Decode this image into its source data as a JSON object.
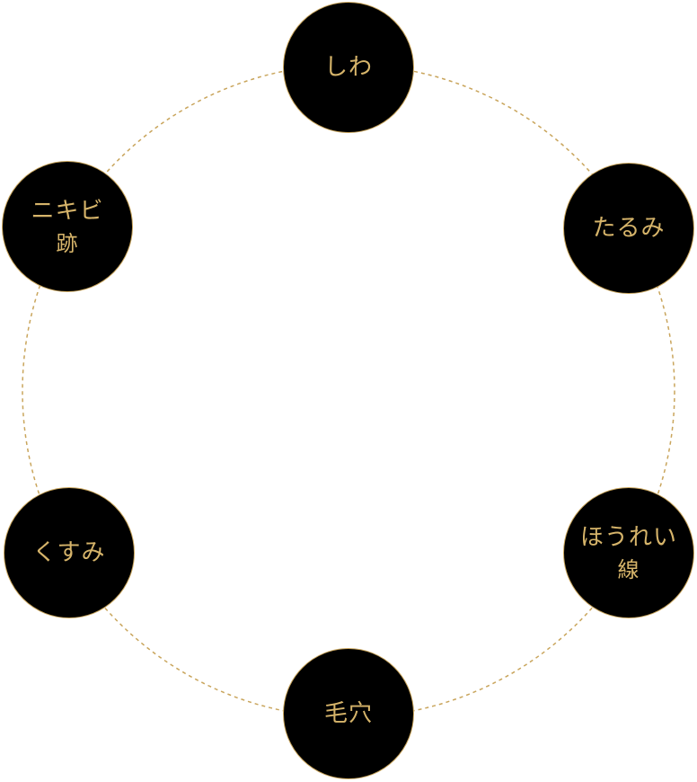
{
  "colors": {
    "accent": "#c9a55c",
    "label": "#d6b46a",
    "node_fill": "#000000",
    "background": "#ffffff"
  },
  "nodes": [
    {
      "id": "shiwa",
      "lines": [
        "しわ"
      ]
    },
    {
      "id": "tarumi",
      "lines": [
        "たるみ"
      ]
    },
    {
      "id": "houreisen",
      "lines": [
        "ほうれい",
        "線"
      ]
    },
    {
      "id": "keana",
      "lines": [
        "毛穴"
      ]
    },
    {
      "id": "kusumi",
      "lines": [
        "くすみ"
      ]
    },
    {
      "id": "nikibi",
      "lines": [
        "ニキビ",
        "跡"
      ]
    }
  ]
}
